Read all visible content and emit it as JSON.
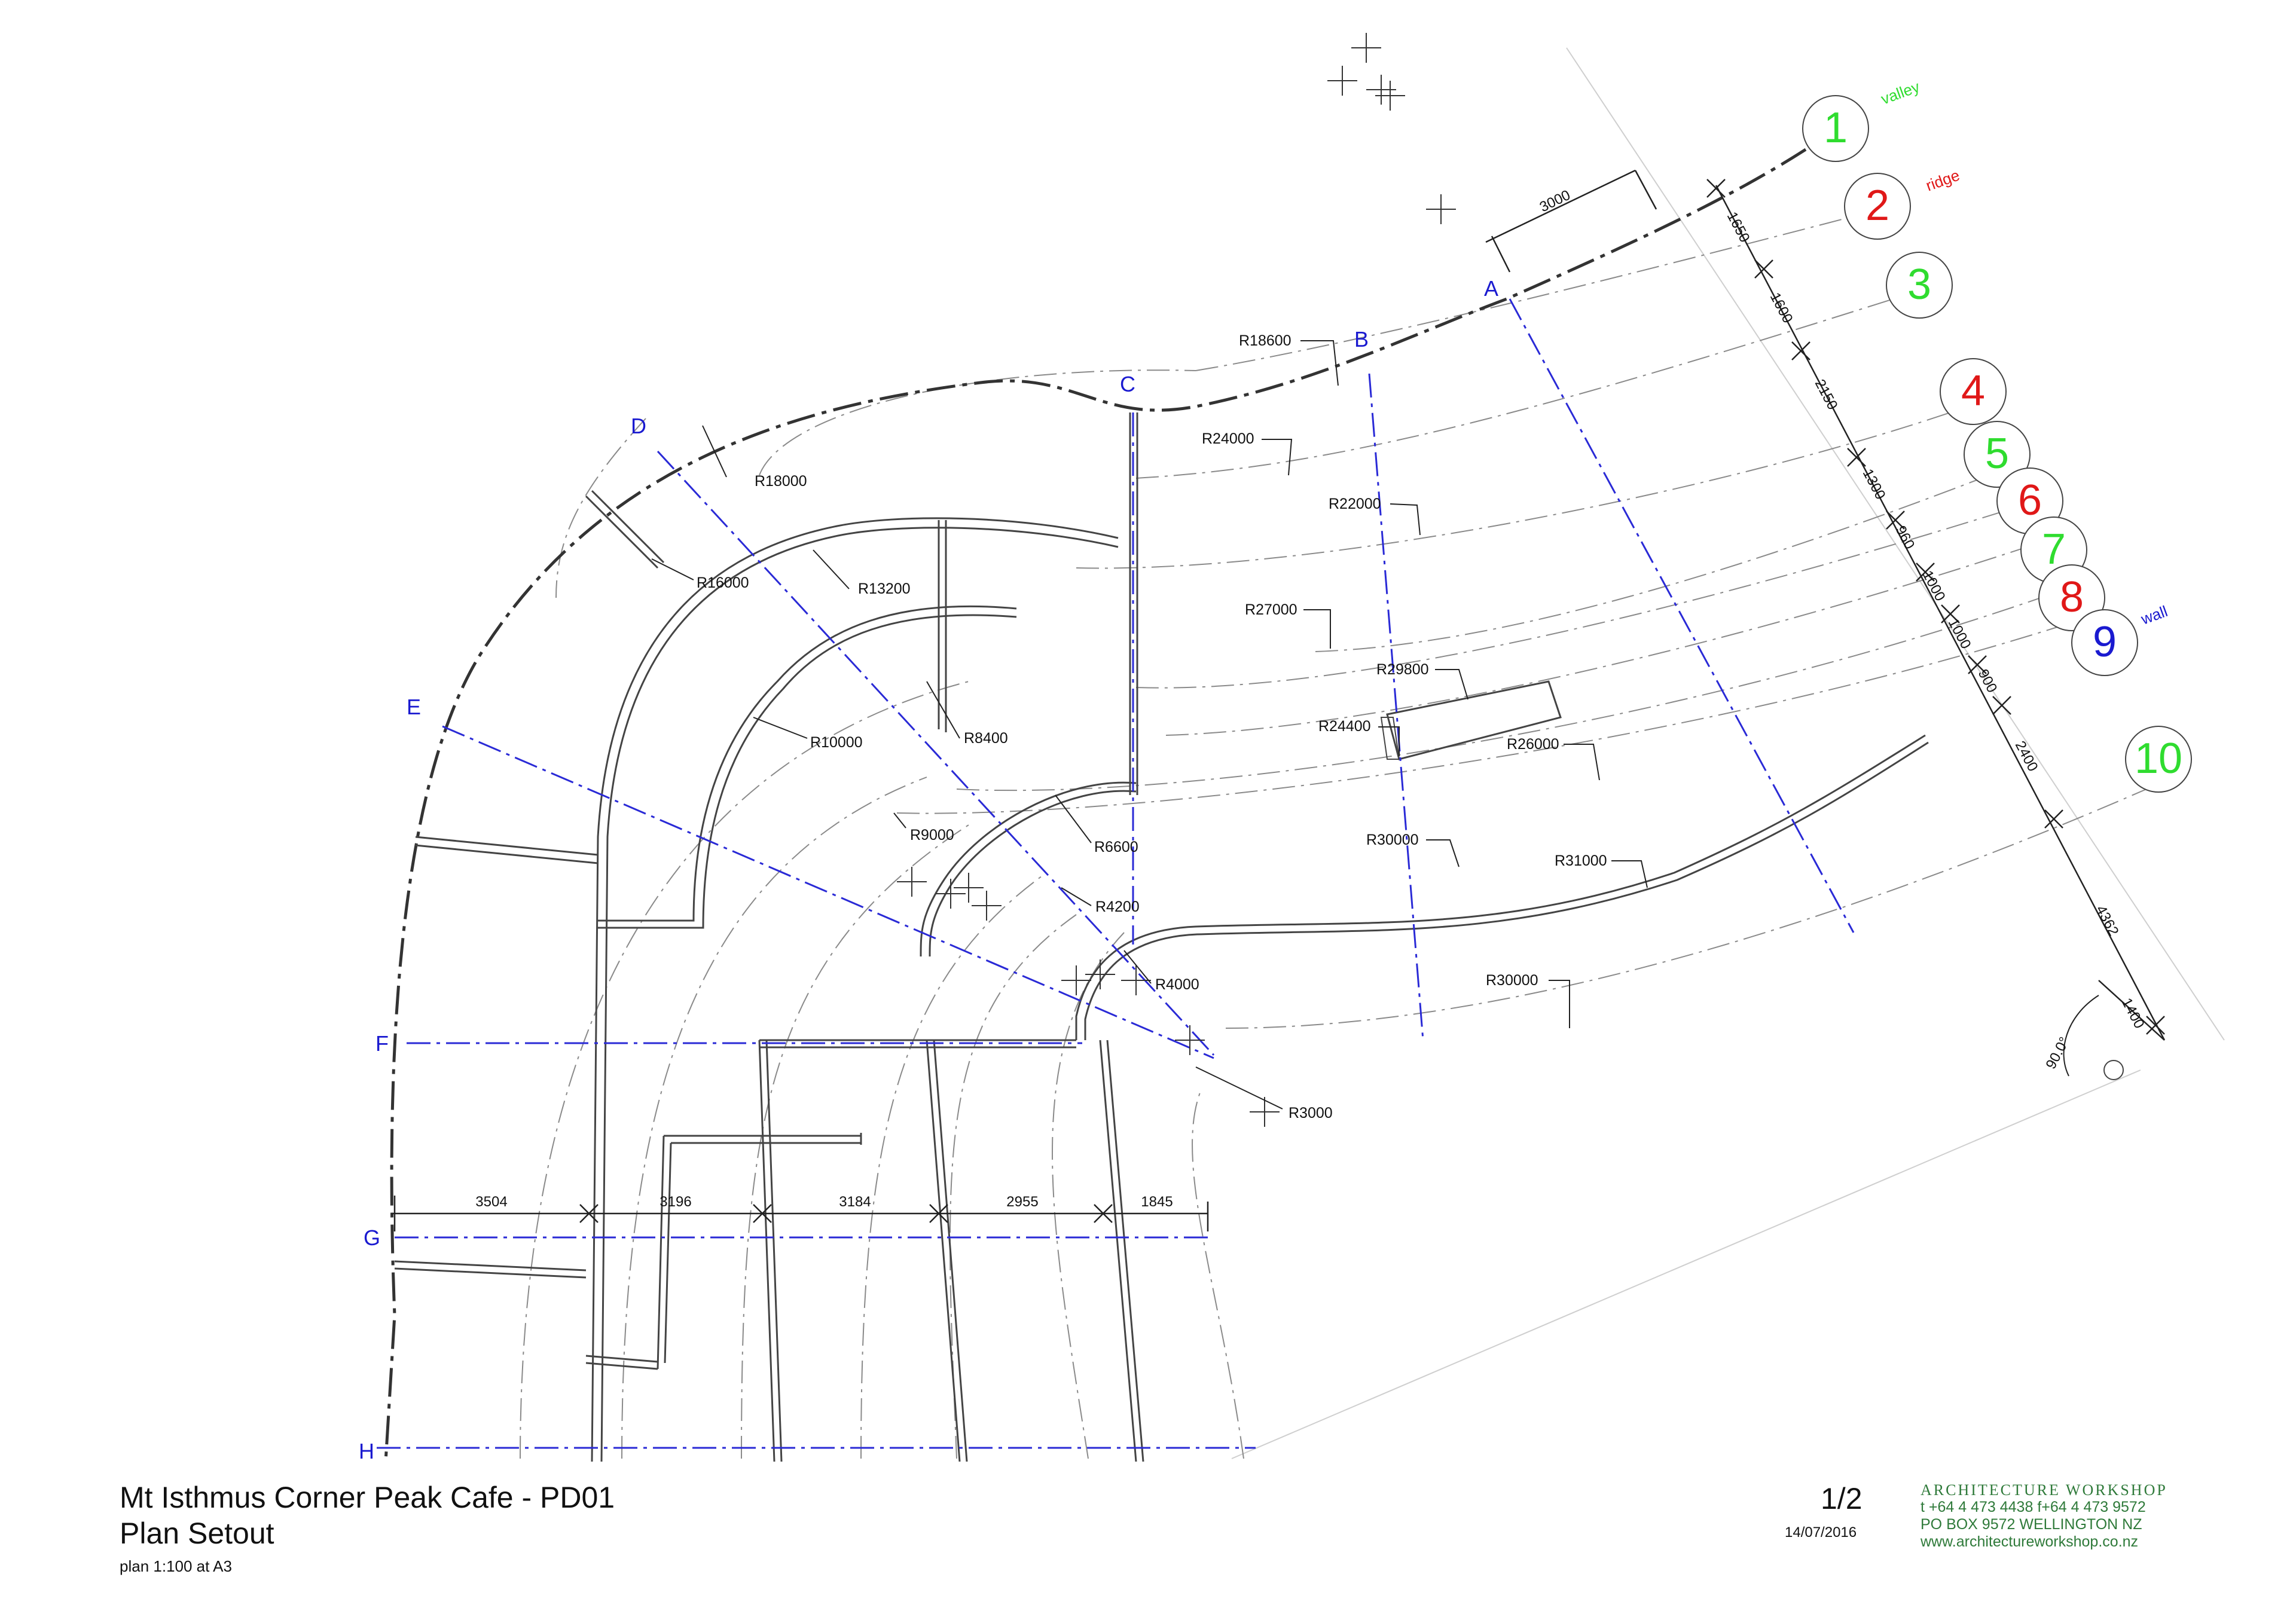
{
  "title": {
    "project": "Mt Isthmus Corner Peak Cafe - PD01",
    "sheet_name": "Plan Setout",
    "scale": "plan 1:100 at A3",
    "sheet_number": "1/2",
    "date": "14/07/2016"
  },
  "firm": {
    "name": "ARCHITECTURE WORKSHOP",
    "phone_fax": "t +64 4 473 4438  f+64 4 473 9572",
    "address": "PO BOX 9572  WELLINGTON NZ",
    "web": "www.architectureworkshop.co.nz"
  },
  "colors": {
    "green": "#2fdc2f",
    "red": "#e01818",
    "blue": "#1a1ad0",
    "grid": "#2a2ad6",
    "ink": "#333333",
    "firm": "#2f7a3a"
  },
  "markers": [
    {
      "n": "1",
      "kind": "valley",
      "label": "valley"
    },
    {
      "n": "2",
      "kind": "ridge",
      "label": "ridge"
    },
    {
      "n": "3",
      "kind": "valley",
      "label": ""
    },
    {
      "n": "4",
      "kind": "ridge",
      "label": ""
    },
    {
      "n": "5",
      "kind": "valley",
      "label": ""
    },
    {
      "n": "6",
      "kind": "ridge",
      "label": ""
    },
    {
      "n": "7",
      "kind": "valley",
      "label": ""
    },
    {
      "n": "8",
      "kind": "ridge",
      "label": ""
    },
    {
      "n": "9",
      "kind": "wall",
      "label": "wall"
    },
    {
      "n": "10",
      "kind": "valley",
      "label": ""
    }
  ],
  "grid_letters": [
    "A",
    "B",
    "C",
    "D",
    "E",
    "F",
    "G",
    "H"
  ],
  "radius_labels": [
    "R18600",
    "R18000",
    "R24000",
    "R22000",
    "R16000",
    "R13200",
    "R27000",
    "R29800",
    "R24400",
    "R26000",
    "R10000",
    "R8400",
    "R9000",
    "R6600",
    "R30000",
    "R31000",
    "R4200",
    "R4000",
    "R30000",
    "R3000"
  ],
  "right_dimensions": [
    "3000",
    "1650",
    "1600",
    "2150",
    "1300",
    "960",
    "1000",
    "1000",
    "900",
    "2400",
    "4362",
    "1400"
  ],
  "angle_label": "90.0°",
  "bottom_dimensions": [
    "3504",
    "3196",
    "3184",
    "2955",
    "1845"
  ]
}
